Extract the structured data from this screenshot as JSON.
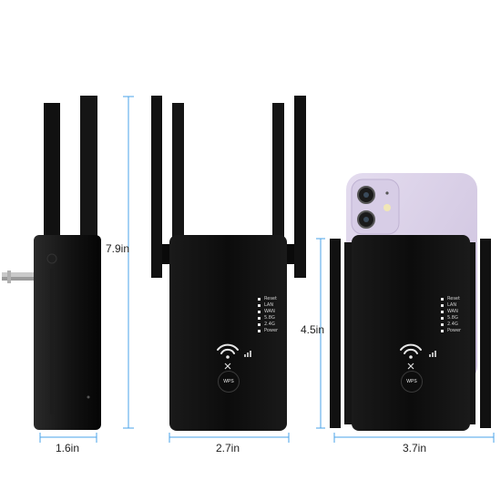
{
  "dimensions": {
    "depth": "1.6in",
    "height": "7.9in",
    "width": "2.7in",
    "body_height": "4.5in",
    "phone_width": "3.7in"
  },
  "device": {
    "leds": [
      "Reset",
      "LAN",
      "WAN",
      "5.8G",
      "2.4G",
      "Power"
    ],
    "wps_label": "WPS"
  },
  "colors": {
    "dimension_line": "#4aa3e8",
    "device_body": "#111111",
    "phone": "#d6cbe6"
  }
}
